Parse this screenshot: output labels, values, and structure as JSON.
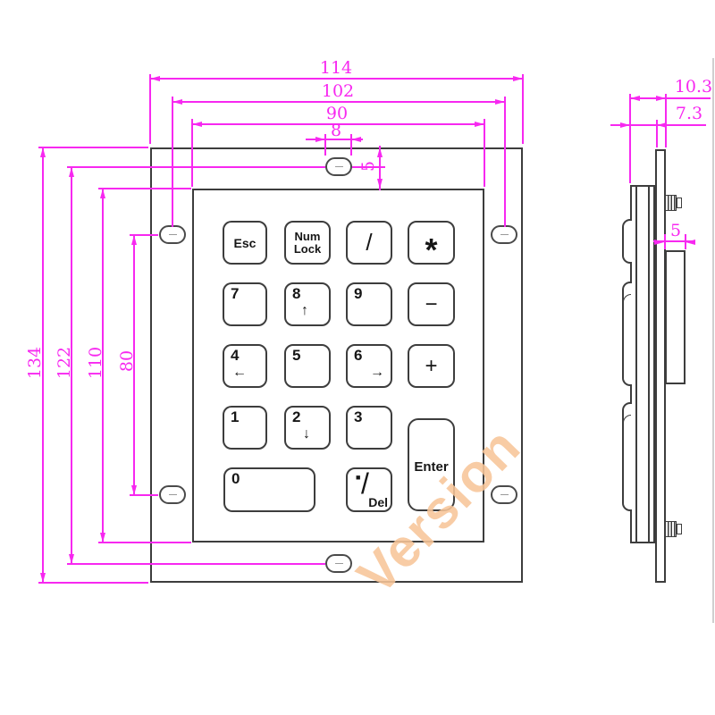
{
  "watermark": {
    "text": "Version"
  },
  "colors": {
    "dimension": "#f728f0",
    "outline": "#3d3d3d",
    "watermark": "#f8c9a1"
  },
  "front_view": {
    "dims": {
      "overall_width": "114",
      "mounting_hole_span_width": "102",
      "keypad_opening_width": "90",
      "top_slot_width": "8",
      "top_slot_offset": "5",
      "overall_height": "134",
      "mounting_hole_span_height": "122",
      "keypad_opening_height": "110",
      "corner_hole_spacing": "80"
    },
    "keys": {
      "esc": {
        "label": "Esc"
      },
      "numlock": {
        "line1": "Num",
        "line2": "Lock"
      },
      "divide": {
        "label": "/"
      },
      "multiply": {
        "label": "*"
      },
      "k7": {
        "label": "7"
      },
      "k8": {
        "label": "8",
        "arrow": "↑"
      },
      "k9": {
        "label": "9"
      },
      "minus": {
        "label": "−"
      },
      "k4": {
        "label": "4",
        "arrow": "←"
      },
      "k5": {
        "label": "5"
      },
      "k6": {
        "label": "6",
        "arrow": "→"
      },
      "plus": {
        "label": "+"
      },
      "k1": {
        "label": "1"
      },
      "k2": {
        "label": "2",
        "arrow": "↓"
      },
      "k3": {
        "label": "3"
      },
      "k0": {
        "label": "0"
      },
      "del": {
        "square": "■",
        "slash": "/",
        "label": "Del"
      },
      "enter": {
        "label": "Enter"
      }
    }
  },
  "side_view": {
    "dims": {
      "overall_depth": "10.3",
      "front_body_depth": "7.3",
      "rear_boss_depth": "5"
    }
  }
}
